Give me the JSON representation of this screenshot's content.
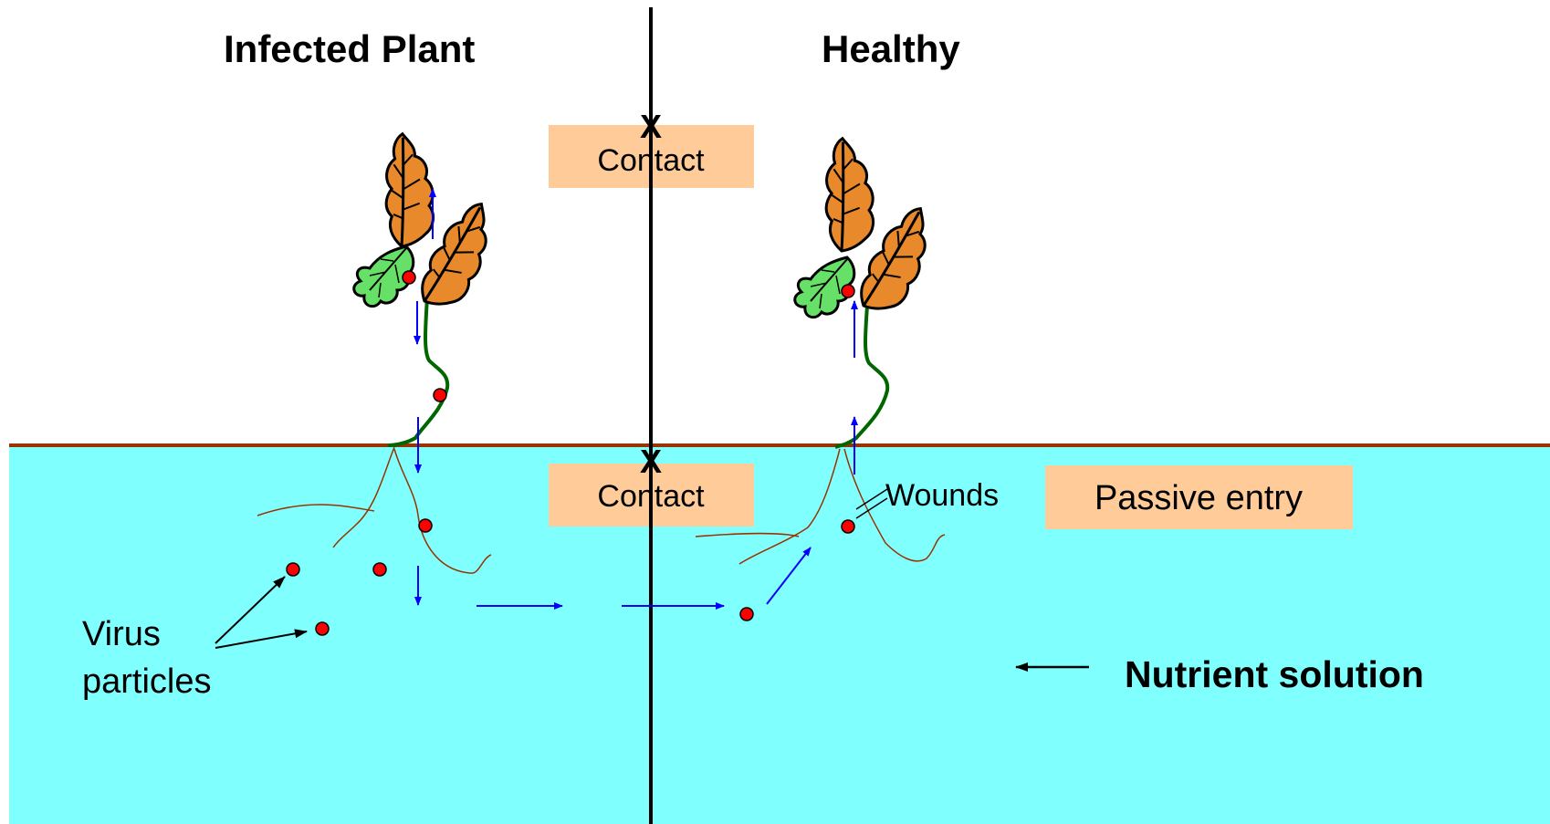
{
  "headings": {
    "infected": "Infected Plant",
    "healthy": "Healthy"
  },
  "labels": {
    "contact_top": "Contact",
    "contact_bottom": "Contact",
    "passive_entry": "Passive entry",
    "wounds": "Wounds",
    "virus_line1": "Virus",
    "virus_line2": "particles",
    "nutrient": "Nutrient solution",
    "x_mark_top": "X",
    "x_mark_bottom": "X"
  },
  "colors": {
    "solution": "#80FFFF",
    "soil_line": "#993300",
    "label_box": "#FFCC99",
    "flow_arrow": "#0000FF",
    "virus_particle": "#FF0000",
    "stem": "#006600",
    "root": "#993300",
    "oak_leaf": "#E8892B",
    "small_leaf": "#66E066"
  }
}
